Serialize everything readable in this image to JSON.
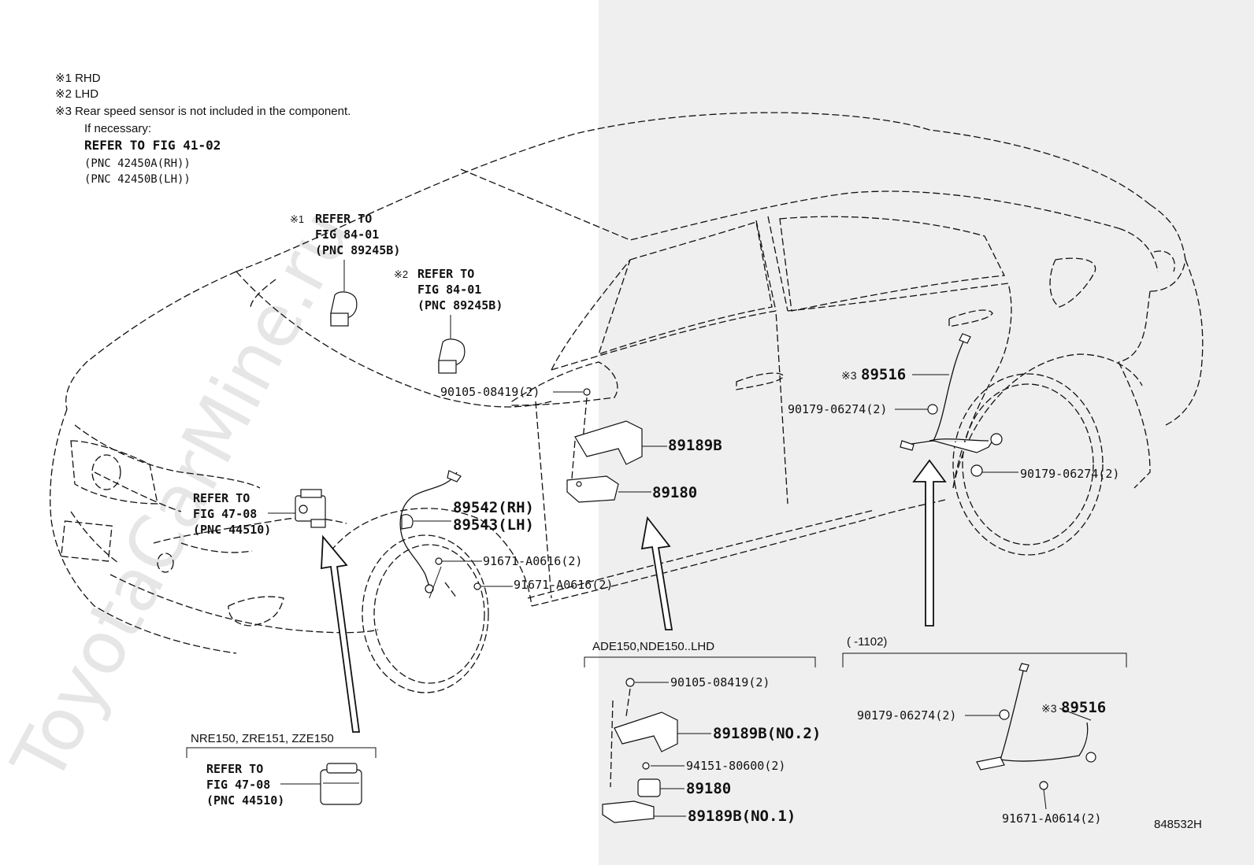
{
  "notes": {
    "n1": "※1 RHD",
    "n2": "※2 LHD",
    "n3": "※3 Rear speed sensor is not included in the component.",
    "n3b": "If necessary:",
    "n3c": "REFER TO FIG 41-02",
    "n3d": "(PNC 42450A(RH))",
    "n3e": "(PNC 42450B(LH))"
  },
  "callouts": {
    "rhd_mark": "※1",
    "rhd_l1": "REFER TO",
    "rhd_l2": "FIG 84-01",
    "rhd_l3": "(PNC 89245B)",
    "lhd_mark": "※2",
    "lhd_l1": "REFER TO",
    "lhd_l2": "FIG 84-01",
    "lhd_l3": "(PNC 89245B)",
    "abs_l1": "REFER TO",
    "abs_l2": "FIG 47-08",
    "abs_l3": "(PNC 44510)"
  },
  "parts": {
    "p_9010508419": "90105-08419(2)",
    "p_89189B": "89189B",
    "p_89180": "89180",
    "p_89542": "89542(RH)",
    "p_89543": "89543(LH)",
    "p_91671a": "91671-A0616(2)",
    "p_91671b": "91671-A0616(2)",
    "p_89516_mark": "※3",
    "p_89516": "89516",
    "p_90179a": "90179-06274(2)",
    "p_90179b": "90179-06274(2)"
  },
  "inset_nre": {
    "title": "NRE150, ZRE151, ZZE150",
    "l1": "REFER TO",
    "l2": "FIG 47-08",
    "l3": "(PNC 44510)"
  },
  "inset_ade": {
    "title": "ADE150,NDE150..LHD",
    "p1": "90105-08419(2)",
    "p2": "89189B(NO.2)",
    "p3": "94151-80600(2)",
    "p4": "89180",
    "p5": "89189B(NO.1)"
  },
  "inset_1102": {
    "title": "(      -1102)",
    "p1_mark": "※3",
    "p1": "89516",
    "p2": "90179-06274(2)",
    "p3": "91671-A0614(2)"
  },
  "figure_id": "848532H",
  "watermark": "ToyotaCarMine.ru"
}
